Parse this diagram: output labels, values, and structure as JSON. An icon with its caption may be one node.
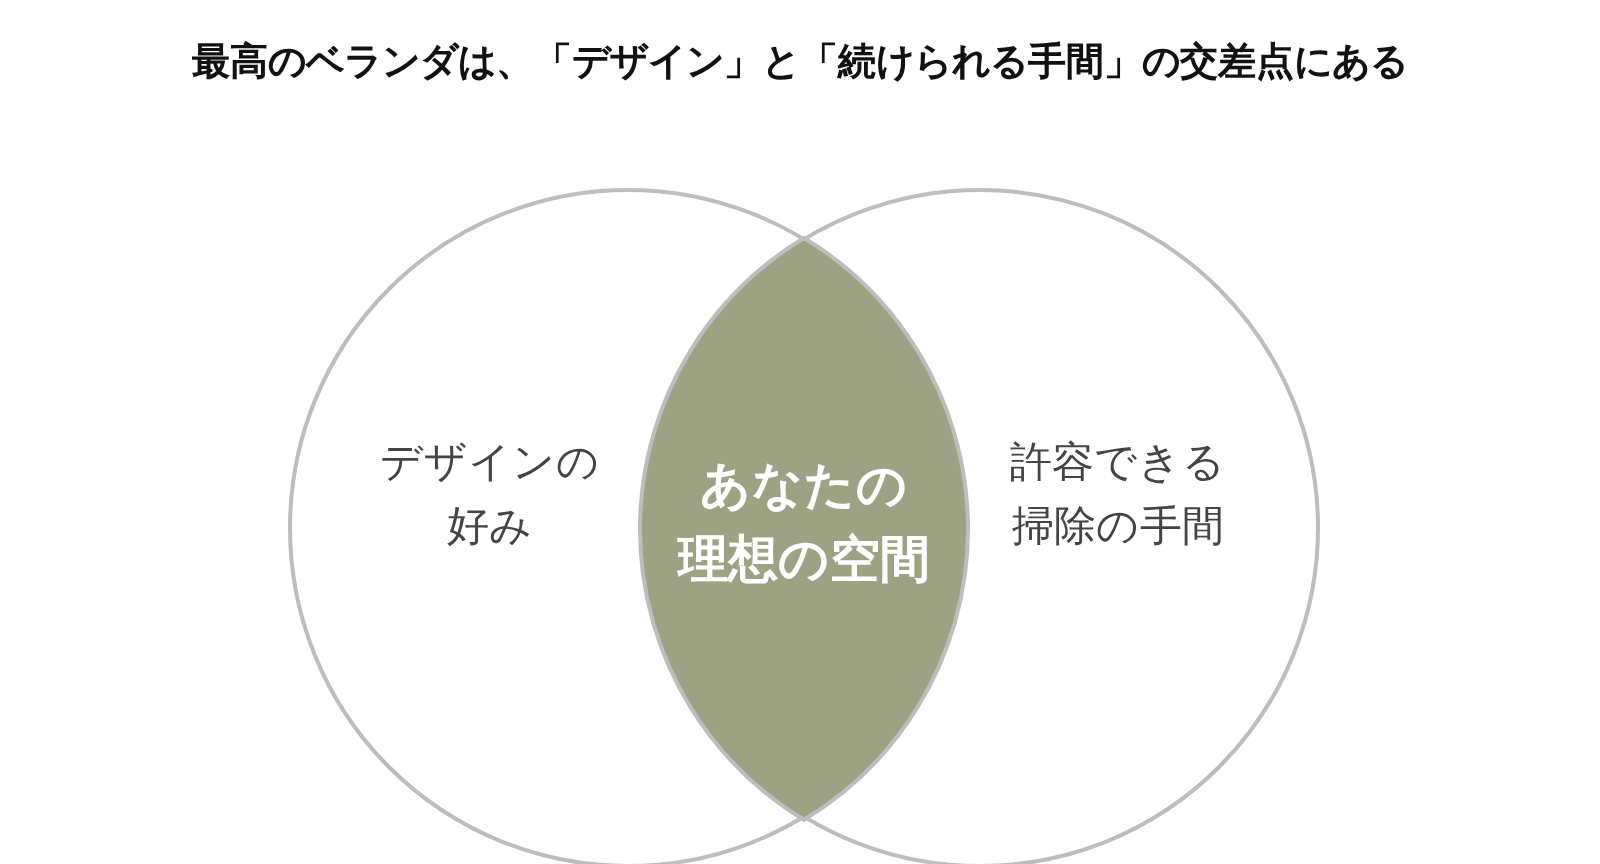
{
  "diagram": {
    "title": "最高のベランダは、「デザイン」と「続けられる手間」の交差点にある",
    "nodes": [
      {
        "text": [
          "デザインの好み"
        ]
      },
      {
        "text": [
          "許容できる掃除の手間"
        ]
      },
      {
        "text": [
          "あなたの理想の空間"
        ]
      }
    ],
    "edges": []
  }
}
